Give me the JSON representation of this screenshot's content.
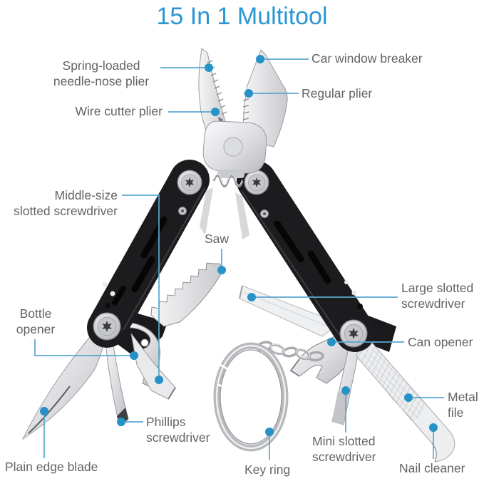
{
  "title": "15 In 1 Multitool",
  "colors": {
    "accent": "#2b96d2",
    "line": "#5aa7d0",
    "dot": "#2792c8",
    "label": "#636363"
  },
  "labels": {
    "spring_loaded": {
      "text": "Spring-loaded\nneedle-nose plier"
    },
    "car_window_breaker": {
      "text": "Car window breaker"
    },
    "regular_plier": {
      "text": "Regular plier"
    },
    "wire_cutter": {
      "text": "Wire cutter plier"
    },
    "middle_size": {
      "text": "Middle-size\nslotted screwdriver"
    },
    "saw": {
      "text": "Saw"
    },
    "large_slotted": {
      "text": "Large slotted\nscrewdriver"
    },
    "bottle_opener": {
      "text": "Bottle\nopener"
    },
    "can_opener": {
      "text": "Can opener"
    },
    "metal_file": {
      "text": "Metal\nfile"
    },
    "phillips": {
      "text": "Phillips\nscrewdriver"
    },
    "plain_edge_blade": {
      "text": "Plain edge blade"
    },
    "key_ring": {
      "text": "Key ring"
    },
    "mini_slotted": {
      "text": "Mini slotted\nscrewdriver"
    },
    "nail_cleaner": {
      "text": "Nail cleaner"
    }
  }
}
